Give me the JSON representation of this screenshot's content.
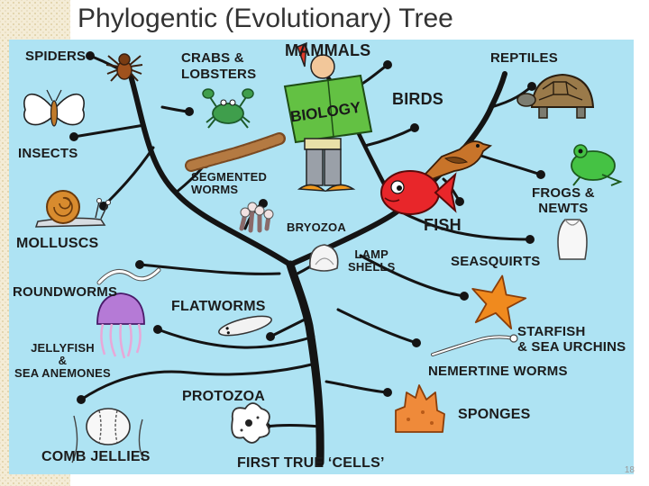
{
  "slide": {
    "title": "Phylogentic (Evolutionary) Tree",
    "page_number": "18"
  },
  "diagram": {
    "spiders": "SPIDERS",
    "crabs_line1": "CRABS &",
    "crabs_line2": "LOBSTERS",
    "mammals": "MAMMALS",
    "reptiles": "REPTILES",
    "book_text": "BIOLOGY",
    "birds": "BIRDS",
    "insects": "INSECTS",
    "segmented_line1": "SEGMENTED",
    "segmented_line2": "WORMS",
    "frogs_line1": "FROGS &",
    "frogs_line2": "NEWTS",
    "fish": "FISH",
    "bryozoa": "BRYOZOA",
    "molluscs": "MOLLUSCS",
    "lamp_line1": "LAMP",
    "lamp_line2": "SHELLS",
    "seasquirts": "SEASQUIRTS",
    "roundworms": "ROUNDWORMS",
    "flatworms": "FLATWORMS",
    "starfish_line1": "STARFISH",
    "starfish_line2": "& SEA URCHINS",
    "jellyfish_line1": "JELLYFISH",
    "jellyfish_line2": "&",
    "jellyfish_line3": "SEA ANEMONES",
    "nemertine": "NEMERTINE WORMS",
    "protozoa": "PROTOZOA",
    "sponges": "SPONGES",
    "comb_jellies": "COMB JELLIES",
    "first_cells": "FIRST TRUE ‘CELLS’"
  },
  "colors": {
    "background": "#aee3f3",
    "branch": "#141414",
    "title": "#333333"
  },
  "icons": [
    "spider-icon",
    "crab-icon",
    "professor-icon",
    "tortoise-icon",
    "butterfly-icon",
    "bird-icon",
    "worm-icon",
    "frog-icon",
    "snail-icon",
    "fish-icon",
    "bryozoa-icon",
    "lamp-shell-icon",
    "seasquirt-icon",
    "roundworm-icon",
    "flatworm-icon",
    "starfish-icon",
    "jellyfish-icon",
    "nemertine-worm-icon",
    "protozoa-icon",
    "sponge-icon",
    "comb-jelly-icon"
  ]
}
